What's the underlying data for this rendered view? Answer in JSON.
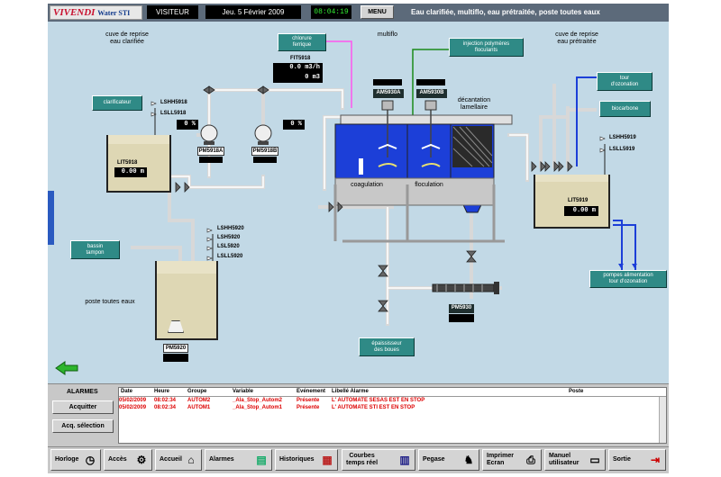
{
  "header": {
    "logo_brand": "VIVENDI",
    "logo_sub": "Water STI",
    "user": "VISITEUR",
    "date": "Jeu. 5 Février 2009",
    "time": "08:04:19",
    "menu_label": "MENU",
    "title": "Eau clarifiée, multiflo, eau prétraitée, poste toutes eaux"
  },
  "synoptic": {
    "labels": {
      "cuve_clarifiee": "cuve de reprise\neau clarifiée",
      "multiflo": "multiflo",
      "cuve_pretraitee": "cuve de reprise\neau prétraitée",
      "poste_toutes_eaux": "poste toutes eaux",
      "coagulation": "coagulation",
      "floculation": "floculation",
      "decantation": "décantation\nlamellaire"
    },
    "buttons": {
      "chlorure": "chlorure\nferrique",
      "injection": "injection polymères\nfloculants",
      "clarificateur": "clarificateur",
      "tour_ozonation": "tour\nd'ozonation",
      "biocarbone": "biocarbone",
      "bassin_tampon": "bassin\ntampon",
      "pompes_alimentation": "pompes alimentation\ntour d'ozonation",
      "epaississeur": "épaississeur\ndes boues"
    },
    "tags": {
      "fit5918": "FIT5918",
      "flow": "0.0 m3/h",
      "volume": "0 m3",
      "lshh5918": "LSHH5918",
      "lsll5918": "LSLL5918",
      "lit5918": "LIT5918",
      "lit5918_value": "0.00 m",
      "pm5918a": "PM5918A",
      "pm5918b": "PM5918B",
      "pct_a": "0 %",
      "pct_b": "0 %",
      "am5930a": "AM5930A",
      "am5930b": "AM5930B",
      "lshh5919": "LSHH5919",
      "lsll5919": "LSLL5919",
      "lit5919": "LIT5919",
      "lit5919_value": "0.00 m",
      "lshh5920": "LSHH5920",
      "lsh5920": "LSH5920",
      "lsl5920": "LSL5920",
      "lsll5920": "LSLL5920",
      "pm5920": "PM5920",
      "pm5930": "PM5930"
    }
  },
  "alarms": {
    "title": "ALARMES",
    "ack_button": "Acquitter",
    "ack_sel_button": "Acq. sélection",
    "columns": [
      "Date",
      "Heure",
      "Groupe",
      "Variable",
      "Evénement",
      "Libellé Alarme",
      "Poste"
    ],
    "rows": [
      [
        "05/02/2009",
        "08:02:34",
        "AUTOM2",
        "_Ala_Stop_Autom2",
        "Présente",
        "L' AUTOMATE SESAS EST EN STOP",
        ""
      ],
      [
        "05/02/2009",
        "08:02:34",
        "AUTOM1",
        "_Ala_Stop_Autom1",
        "Présente",
        "L' AUTOMATE STI EST EN STOP",
        ""
      ]
    ]
  },
  "nav": {
    "horloge": "Horloge",
    "acces": "Accès",
    "accueil": "Accueil",
    "alarmes": "Alarmes",
    "historiques": "Historiques",
    "courbes": "Courbes\ntemps réel",
    "pegase": "Pegase",
    "imprimer": "Imprimer\nEcran",
    "manuel": "Manuel\nutilisateur",
    "sortie": "Sortie"
  },
  "colors": {
    "background": "#c2d9e6",
    "teal_button": "#2f8a86",
    "alarm_text": "#dd0000",
    "tank_blue": "#1c3fd8"
  }
}
